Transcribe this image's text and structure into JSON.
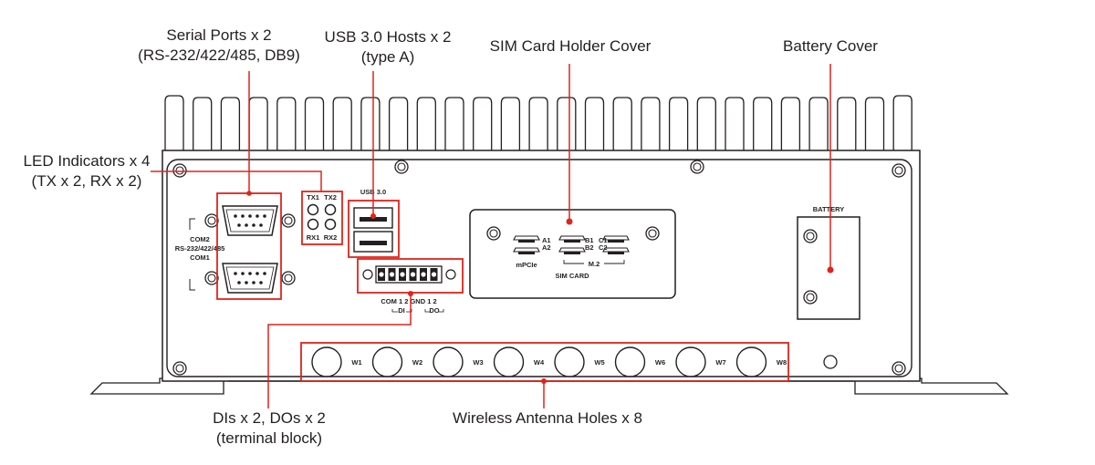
{
  "callouts": {
    "serial_line1": "Serial Ports x 2",
    "serial_line2": "(RS-232/422/485, DB9)",
    "usb_line1": "USB 3.0 Hosts x 2",
    "usb_line2": "(type A)",
    "sim": "SIM Card Holder Cover",
    "battery": "Battery Cover",
    "led_line1": "LED Indicators x 4",
    "led_line2": "(TX x 2, RX x 2)",
    "dio_line1": "DIs x 2, DOs x 2",
    "dio_line2": "(terminal block)",
    "antenna": "Wireless Antenna Holes x 8"
  },
  "panel": {
    "com2": "COM2",
    "com_std": "RS-232/422/485",
    "com1": "COM1",
    "tx1": "TX1",
    "tx2": "TX2",
    "rx1": "RX1",
    "rx2": "RX2",
    "usb": "USB 3.0",
    "tb_top": "COM  1  2  GND  1  2",
    "di": "DI",
    "do": "DO",
    "a1": "A1",
    "a2": "A2",
    "b1": "B1",
    "b2": "B2",
    "c1": "C1",
    "c2": "C2",
    "mpcie": "mPCIe",
    "m2": "M.2",
    "simcard": "SIM CARD",
    "battery": "BATTERY",
    "antennas": [
      "W1",
      "W2",
      "W3",
      "W4",
      "W5",
      "W6",
      "W7",
      "W8"
    ]
  },
  "colors": {
    "callout_line": "#e2231a",
    "outline": "#231f20"
  }
}
